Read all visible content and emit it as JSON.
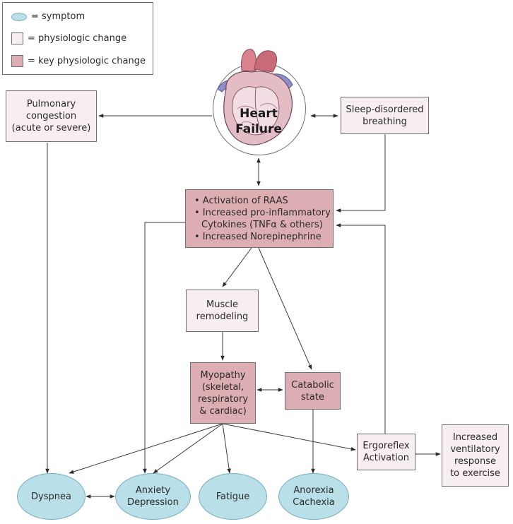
{
  "legend": {
    "symptom": "= symptom",
    "physiologic_change": "= physiologic change",
    "key_physiologic_change": "= key physiologic change"
  },
  "heart": {
    "line1": "Heart",
    "line2": "Failure"
  },
  "nodes": {
    "pulmonary": [
      "Pulmonary",
      "congestion",
      "(acute or severe)"
    ],
    "sleep": [
      "Sleep-disordered",
      "breathing"
    ],
    "raas": [
      "• Activation of RAAS",
      "• Increased pro-inflammatory",
      "Cytokines (TNFα & others)",
      "• Increased Norepinephrine"
    ],
    "muscle": [
      "Muscle",
      "remodeling"
    ],
    "myopathy": [
      "Myopathy",
      "(skeletal,",
      "respiratory",
      "& cardiac)"
    ],
    "catabolic": [
      "Catabolic",
      "state"
    ],
    "ergoreflex": [
      "Ergoreflex",
      "Activation"
    ],
    "ventilatory": [
      "Increased",
      "ventilatory",
      "response",
      "to exercise"
    ]
  },
  "symptoms": {
    "dyspnea": [
      "Dyspnea"
    ],
    "anxiety": [
      "Anxiety",
      "Depression"
    ],
    "fatigue": [
      "Fatigue"
    ],
    "anorexia": [
      "Anorexia",
      "Cachexia"
    ]
  },
  "colors": {
    "symptom_fill": "#b9dfe8",
    "physiologic_fill": "#f6eef2",
    "key_fill": "#dcaeb4",
    "line": "#3a3a3a"
  }
}
